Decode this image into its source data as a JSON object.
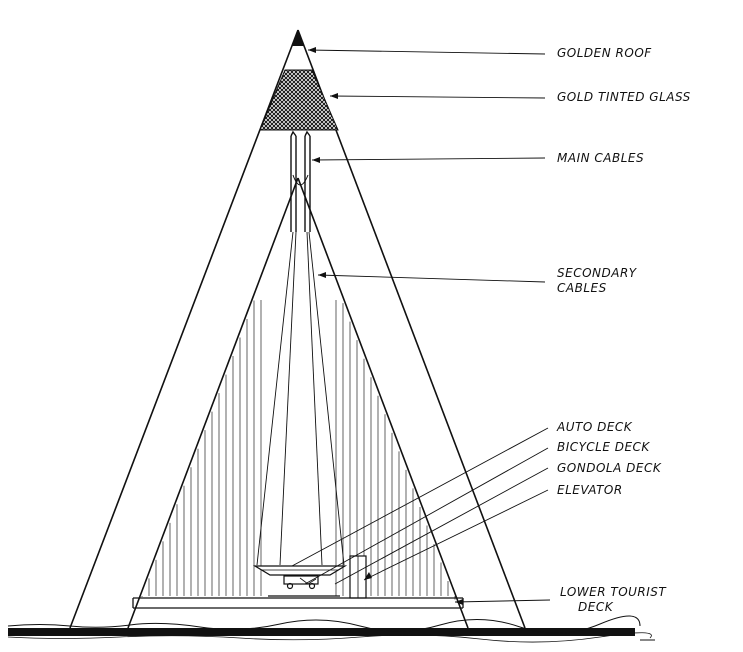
{
  "labels": {
    "golden_roof": "GOLDEN ROOF",
    "gold_tinted_glass": "GOLD TINTED GLASS",
    "main_cables": "MAIN CABLES",
    "secondary_cables_1": "SECONDARY",
    "secondary_cables_2": "CABLES",
    "auto_deck": "AUTO DECK",
    "bicycle_deck": "BICYCLE DECK",
    "gondola_deck": "GONDOLA DECK",
    "elevator": "ELEVATOR",
    "lower_tourist_deck_1": "LOWER TOURIST",
    "lower_tourist_deck_2": "DECK"
  },
  "colors": {
    "ink": "#111111",
    "paper": "#ffffff"
  }
}
